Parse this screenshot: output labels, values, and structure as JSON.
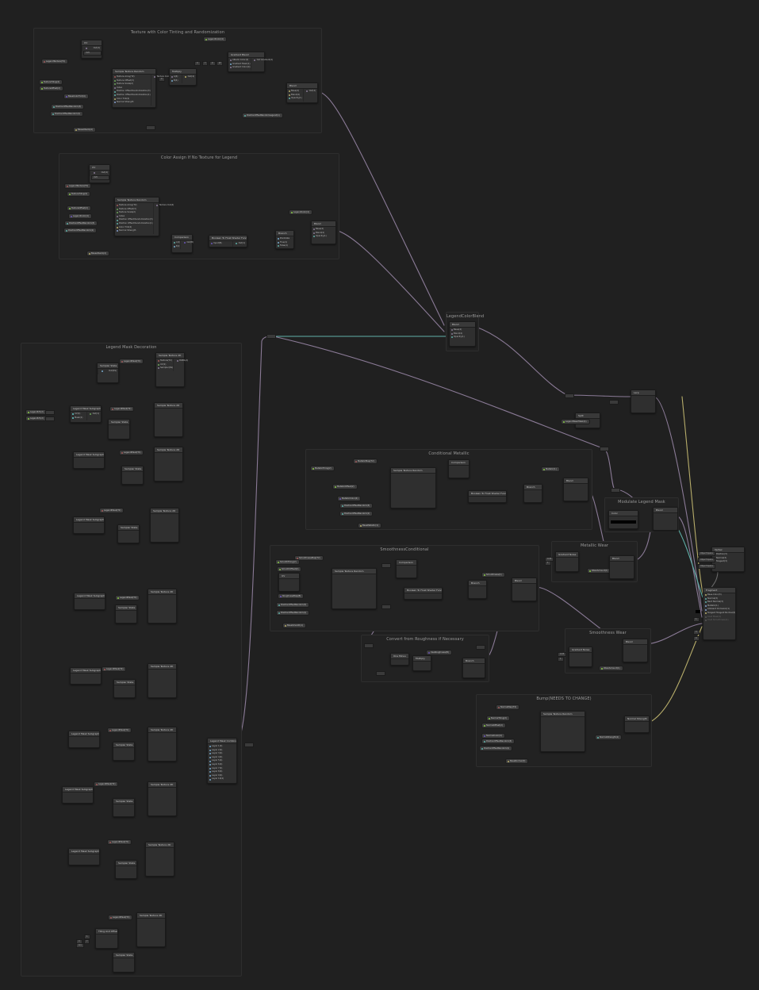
{
  "canvas": {
    "background": "#202020",
    "zoom_hint": "zoomed-out"
  },
  "colors": {
    "wire_texture": "#8a7a96",
    "wire_vector1": "#86a0d0",
    "wire_vector2": "#6da55a",
    "wire_vector3": "#5fb0a8",
    "wire_vector4": "#b7ad6a",
    "wire_tex_red": "#a05a5a",
    "wire_cyan": "#66cccc",
    "wire_purple": "#6b55b8",
    "wire_mix": "#7a6a7f"
  },
  "groups": [
    {
      "id": "g1",
      "title": "Texture with Color Tinting and Randomization"
    },
    {
      "id": "g2",
      "title": "Color Assign If No Texture for Legend"
    },
    {
      "id": "g3",
      "title": "LegendColorBlend"
    },
    {
      "id": "g4",
      "title": "Legend Mask Decoration"
    },
    {
      "id": "g5",
      "title": "Conditional Metallic"
    },
    {
      "id": "g6",
      "title": "Modulate Legend Mask"
    },
    {
      "id": "g7",
      "title": "Metallic Wear"
    },
    {
      "id": "g8",
      "title": "SmoothnessConditional"
    },
    {
      "id": "g9",
      "title": "Convert from Roughness if Necessary"
    },
    {
      "id": "g10",
      "title": "Smoothness Wear"
    },
    {
      "id": "g11",
      "title": "Bump(NEEDS TO CHANGE)"
    }
  ],
  "nodes": {
    "triplanar": {
      "title": "Sample Texture Random",
      "inputs": [
        "Texture Array(T2)",
        "Texture Offset(3)",
        "Texture Scale(2)",
        "Index",
        "Position Offset Randomization(3)",
        "Position Offset Randomization(1)",
        "Color Tint(4)",
        "Normal Strength",
        "Triplanar Blend(1)"
      ],
      "output": "Texture Out(4)"
    },
    "multiply": {
      "title": "Multiply",
      "inputs": [
        "A(4)",
        "B(4)"
      ],
      "output": "Out(4)"
    },
    "uv": {
      "title": "UV",
      "output": "Out(4)",
      "channel": "UV0"
    },
    "gradient": {
      "title": "Gradient Blend",
      "inputs": [
        "Albedo Color(4)",
        "Gradient Mask(1)",
        "Gradient Color(4)"
      ],
      "output": "Out Gradient(4)"
    },
    "blend": {
      "title": "Blend",
      "inputs": [
        "Base(4)",
        "Blend(4)",
        "Opacity(1)"
      ],
      "output": "Out(4)",
      "mode_label": "Mode",
      "mode_value": "Overwrite"
    },
    "comparison": {
      "title": "Comparison",
      "inputs": [
        "A(1)",
        "B(1)"
      ],
      "output": "Out(B)",
      "op": "Equal"
    },
    "branch": {
      "title": "Branch",
      "inputs": [
        "Predicate",
        "True(1)",
        "False(1)"
      ],
      "output": "Out(1)"
    },
    "boolean_convert": {
      "title": "Boolean To Float Shader Function",
      "inputs": [
        "Input(B)"
      ],
      "output": "Out(1)"
    },
    "lerp": {
      "title": "Lerp",
      "inputs": [
        "A(1)",
        "B(1)",
        "T(1)"
      ],
      "output": "Out(1)"
    },
    "split": {
      "title": "Split",
      "inputs": [
        "In(4)"
      ],
      "outputs": [
        "R(1)",
        "G(1)",
        "B(1)",
        "A(1)"
      ]
    },
    "sample_tex": {
      "title": "Sample Texture 2D",
      "inputs": [
        "Texture(T2)",
        "UV(2)",
        "Sampler(SS)"
      ],
      "outputs": [
        "RGBA(4)",
        "R(1)",
        "G(1)",
        "B(1)",
        "A(1)"
      ],
      "type_label": "Type",
      "type_value": "Default",
      "space_label": "Space",
      "space_value": "Tangent"
    },
    "sampler_state": {
      "title": "Sampler State",
      "output": "Out(SS)",
      "filter_label": "Filter",
      "filter_value": "Linear",
      "wrap_label": "Wrap",
      "wrap_value": "Repeat"
    },
    "tiling_offset": {
      "title": "Tiling And Offset",
      "inputs": [
        "UV(2)",
        "Tiling(2)",
        "Offset(2)"
      ],
      "output": "Out(2)"
    },
    "simple_noise": {
      "title": "Gradient Noise",
      "inputs": [
        "UV(2)",
        "Scale(1)"
      ],
      "output": "Out(1)",
      "hash_label": "Hash Type",
      "hash_value": "Deterministic"
    },
    "one_minus": {
      "title": "One Minus",
      "inputs": [
        "In(1)"
      ],
      "output": "Out(1)"
    },
    "normal_strength": {
      "title": "Normal Strength",
      "inputs": [
        "In(3)",
        "Strength(1)"
      ],
      "output": "Out(3)"
    },
    "color": {
      "title": "Color",
      "output": "Out(4)",
      "mode_label": "Mode",
      "mode_value": "Default"
    },
    "legend_mask_combine": {
      "title": "Legend Mask Combine",
      "inputs": [
        "Layer 1(4)",
        "Layer 2(4)",
        "Layer 3(4)",
        "Layer 4(4)",
        "Layer 5(4)",
        "Layer 6(4)",
        "Layer 7(4)",
        "Layer 8(4)",
        "Layer 9(4)",
        "Layer 10(4)"
      ],
      "output": "Out(4)"
    },
    "legend_sub": {
      "title": "Legend Mask Subgraph",
      "inputs": [
        "UV(2)",
        "Mask(1)"
      ],
      "output": "Out(1)",
      "channel_label": "Channel",
      "channel_value": "Default"
    }
  },
  "properties": {
    "g1": [
      "LegendTexture(T2)",
      "TextureTiling(2)",
      "TextureOffset(2)",
      "BaseColorTint(4)",
      "PositionOffsetRandom(3)",
      "PositionOffsetRandom(1)",
      "BaseAlbedo(4)",
      "LegendColor(4)",
      "PositionOffsetRandomLegend(1)"
    ],
    "g2": [
      "LegendTexture(T2)",
      "TextureTiling(2)",
      "TextureOffset(2)",
      "LegendColor(4)",
      "PositionOffsetRandom(3)",
      "PositionOffsetRandom(1)",
      "BaseAlbedo(4)",
      "LegendColor(4)"
    ],
    "g4": [
      "LegendMask(T2)",
      "LegendUV(2)",
      "LegendMask(T2)",
      "LegendMask(T2)",
      "LegendMask(T2)",
      "LegendMask(T2)",
      "LegendMask(T2)",
      "LegendMask(T2)",
      "LegendMask(T2)",
      "LegendMask(T2)"
    ],
    "g5": [
      "MetallicMap(T2)",
      "MetallicTiling(2)",
      "MetallicOffset(2)",
      "MetallicColor(4)",
      "PositionOffsetRandom(3)",
      "PositionOffsetRandom(1)",
      "BaseMetallic(1)",
      "Metallic(1)"
    ],
    "g8": [
      "SmoothnessMap(T2)",
      "SmoothTiling(2)",
      "SmoothOffset(2)",
      "RoughnessMap(B)",
      "PositionOffsetRandom(3)",
      "PositionOffsetRandom(1)",
      "BaseSmooth(1)",
      "Smoothness(1)"
    ],
    "g11": [
      "NormalMap(T2)",
      "NormalTiling(2)",
      "NormalOffset(2)",
      "NormalColor(4)",
      "PositionOffsetRandom(3)",
      "PositionOffsetRandom(1)",
      "BaseNormal(3)",
      "NormalStrength(1)"
    ],
    "misc": [
      "LegendWearMask(1)",
      "WearAmount(1)",
      "WearAmount(1)",
      "UseRoughness(B)"
    ]
  },
  "vertex_stack": {
    "title": "Vertex",
    "slots": [
      "Position(3)",
      "Normal(3)",
      "Tangent(3)"
    ],
    "inputs": [
      "Object Space",
      "Object Space",
      "Object Space"
    ]
  },
  "fragment_stack": {
    "title": "Fragment",
    "slots": [
      "Base Color(3)",
      "Normal(3)",
      "Bent Normal(3)",
      "Metallic(1)",
      "Ambient Occlusion(1)",
      "Tangent Tangent Normal(3)",
      "Coat Mask(1)",
      "Coat Smoothness(1)"
    ]
  },
  "values": {
    "zero": "0",
    "one": "1",
    "x_label": "X",
    "y_label": "Y",
    "z_label": "Z",
    "w_label": "W",
    "mode_overwrite": "Overwrite",
    "equal": "Equal",
    "default": "Default",
    "linear": "Linear",
    "repeat": "Repeat",
    "float_01": "0.1",
    "float_005": "0.05"
  }
}
